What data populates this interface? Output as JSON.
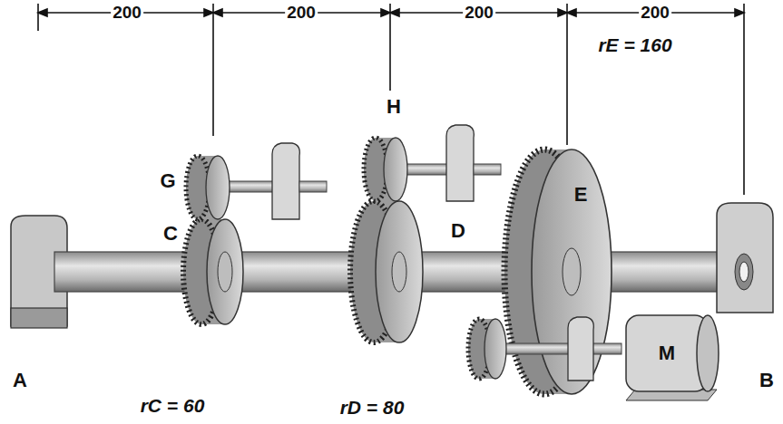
{
  "diagram": {
    "labels": [
      "200",
      "200",
      "200",
      "200",
      "H",
      "rE = 160",
      "G",
      "E",
      "C",
      "D",
      "M",
      "A",
      "B",
      "rC = 60",
      "rD = 80"
    ]
  }
}
